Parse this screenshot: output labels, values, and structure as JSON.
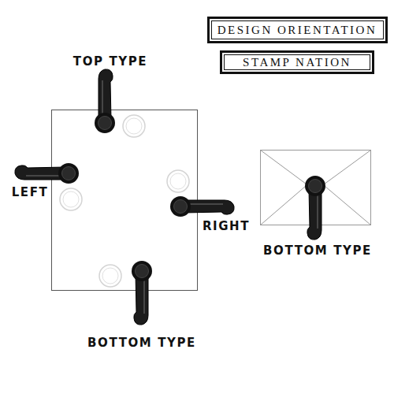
{
  "diagram": {
    "nodes": [
      {
        "text": [
          "DESIGN ORIENTATION"
        ]
      },
      {
        "text": [
          "STAMP NATION"
        ]
      }
    ],
    "labels": [
      "TOP TYPE",
      "LEFT",
      "RIGHT",
      "BOTTOM TYPE",
      "BOTTOM TYPE"
    ]
  }
}
